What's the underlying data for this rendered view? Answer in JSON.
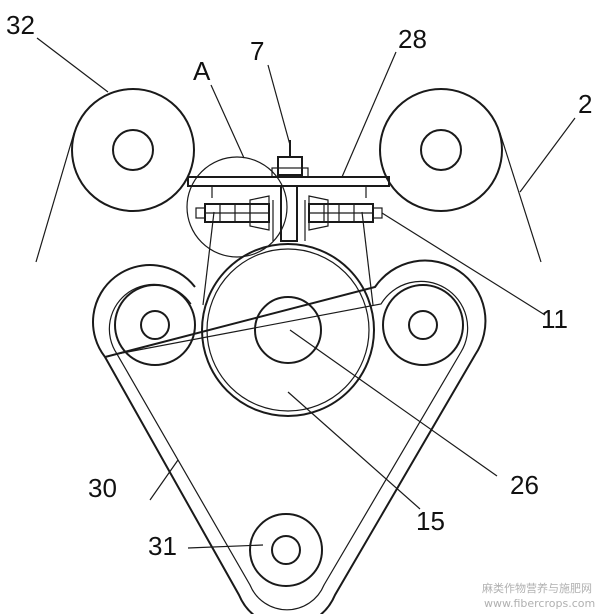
{
  "labels": {
    "l32": "32",
    "lA": "A",
    "l7": "7",
    "l28": "28",
    "l2": "2",
    "l11": "11",
    "l26": "26",
    "l15": "15",
    "l30": "30",
    "l31": "31"
  },
  "watermark": {
    "line1": "麻类作物营养与施肥网",
    "line2": "www.fibercrops.com"
  }
}
